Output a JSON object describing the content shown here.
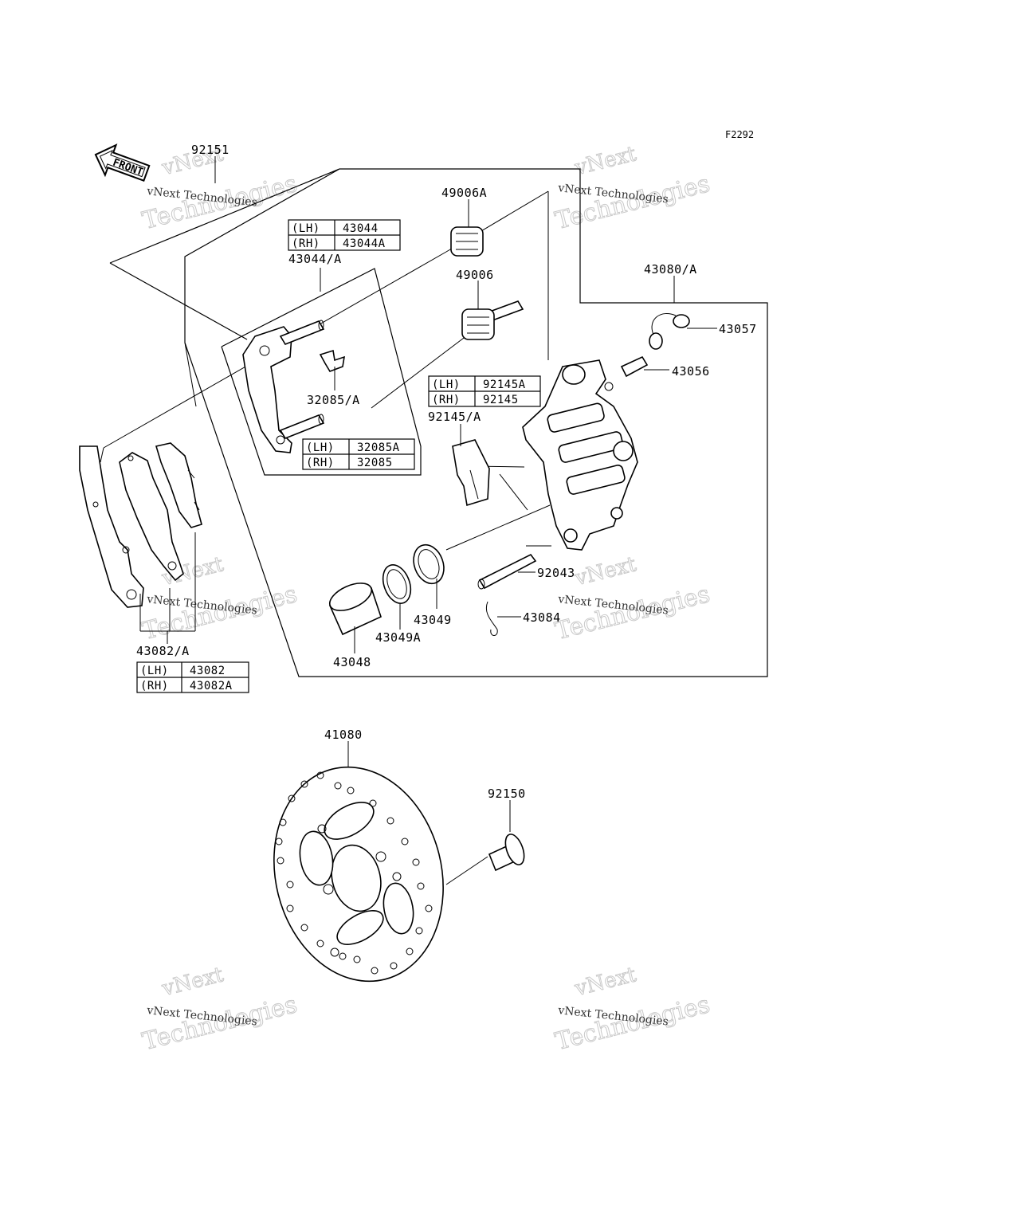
{
  "diagram": {
    "code": "F2292",
    "front_label": "FRONT",
    "parts": {
      "p92151": "92151",
      "p49006A": "49006A",
      "p49006": "49006",
      "p43044A": "43044/A",
      "p32085A": "32085/A",
      "p43080A": "43080/A",
      "p43057": "43057",
      "p43056": "43056",
      "p92145A": "92145/A",
      "p92043": "92043",
      "p43084": "43084",
      "p43049": "43049",
      "p43049A": "43049A",
      "p43048": "43048",
      "p43082A": "43082/A",
      "p41080": "41080",
      "p92150": "92150"
    },
    "tables": {
      "t43044": {
        "lh": "(LH)",
        "lh_val": "43044",
        "rh": "(RH)",
        "rh_val": "43044A"
      },
      "t92145": {
        "lh": "(LH)",
        "lh_val": "92145A",
        "rh": "(RH)",
        "rh_val": "92145"
      },
      "t32085": {
        "lh": "(LH)",
        "lh_val": "32085A",
        "rh": "(RH)",
        "rh_val": "32085"
      },
      "t43082": {
        "lh": "(LH)",
        "lh_val": "43082",
        "rh": "(RH)",
        "rh_val": "43082A"
      }
    }
  },
  "watermark": {
    "line1": "vNext",
    "line2": "vNext Technologies",
    "line3": "Technologies"
  }
}
